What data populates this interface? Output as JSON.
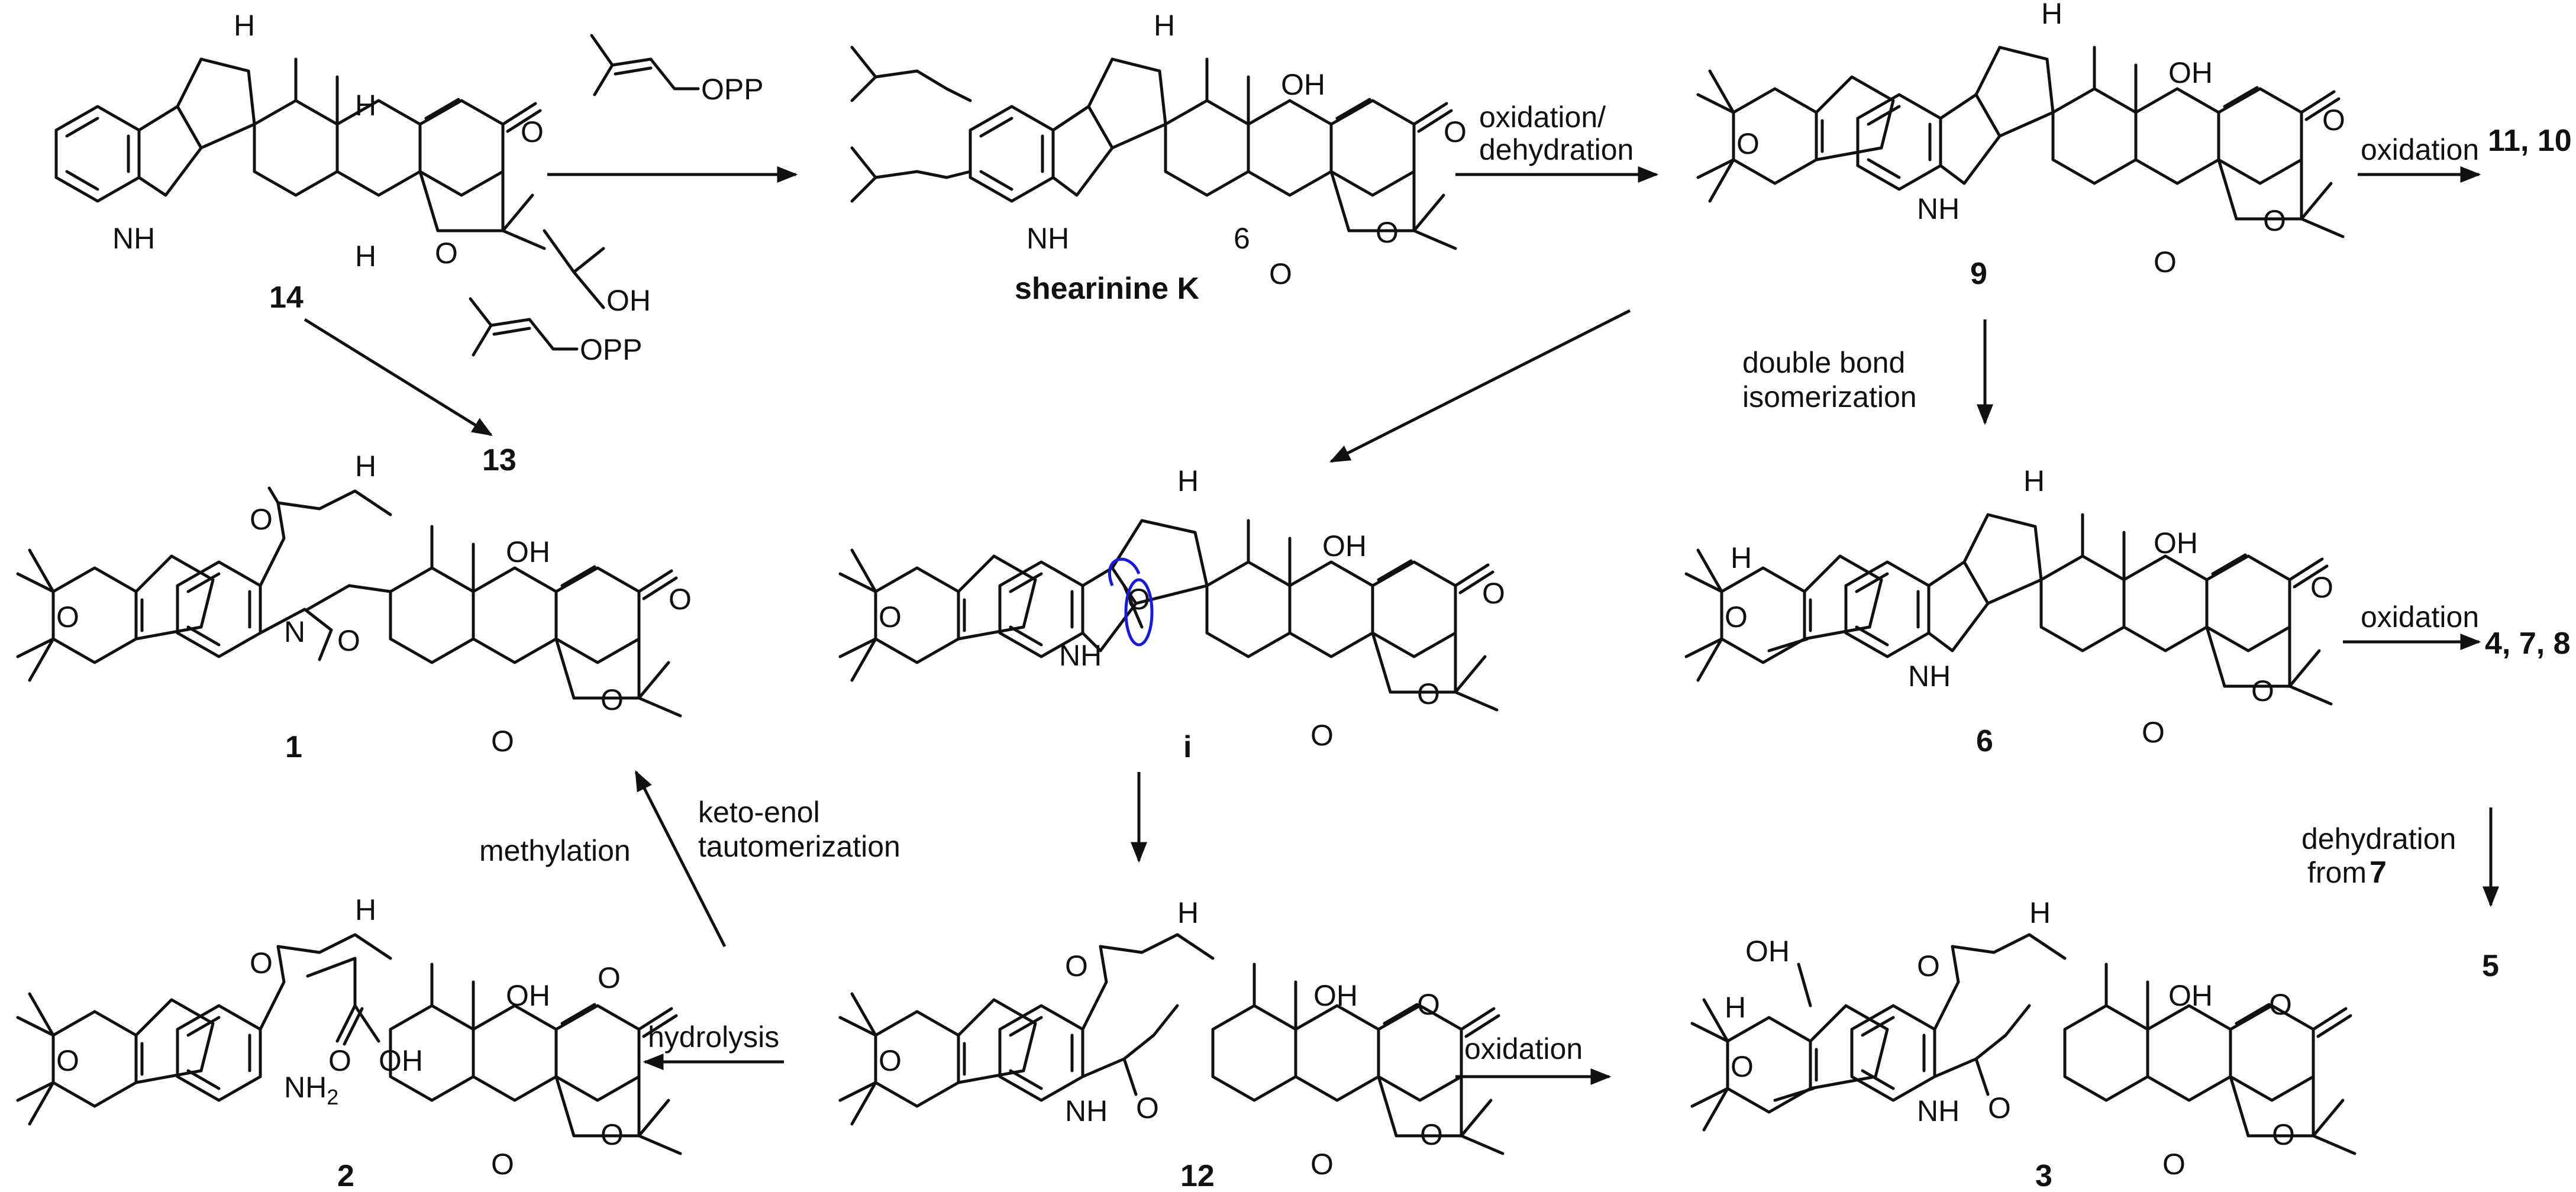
{
  "compounds": {
    "c14": "14",
    "shearinine_k": "shearinine K",
    "c9": "9",
    "c11_10": "11, 10",
    "c13": "13",
    "c1": "1",
    "ci": "i",
    "c6": "6",
    "c4_7_8": "4, 7, 8",
    "c5": "5",
    "c2": "2",
    "c12": "12",
    "c3": "3"
  },
  "reagents": {
    "opp_top": "OPP",
    "opp_mid": "OPP",
    "oxidation_dehydration_1": "oxidation/",
    "oxidation_dehydration_2": "dehydration",
    "oxidation_9": "oxidation",
    "double_bond_1": "double bond",
    "double_bond_2": "isomerization",
    "oxidation_6": "oxidation",
    "dehydration_from_1": "dehydration",
    "dehydration_from_2": "from",
    "dehydration_from_3": "7",
    "methylation": "methylation",
    "keto_enol_1": "keto-enol",
    "keto_enol_2": "tautomerization",
    "hydrolysis": "hydrolysis",
    "oxidation_12": "oxidation"
  },
  "atoms": {
    "H": "H",
    "O": "O",
    "OH": "OH",
    "NH": "NH",
    "N": "N",
    "NH2": "NH",
    "NH2_sub": "2",
    "six": "6"
  }
}
